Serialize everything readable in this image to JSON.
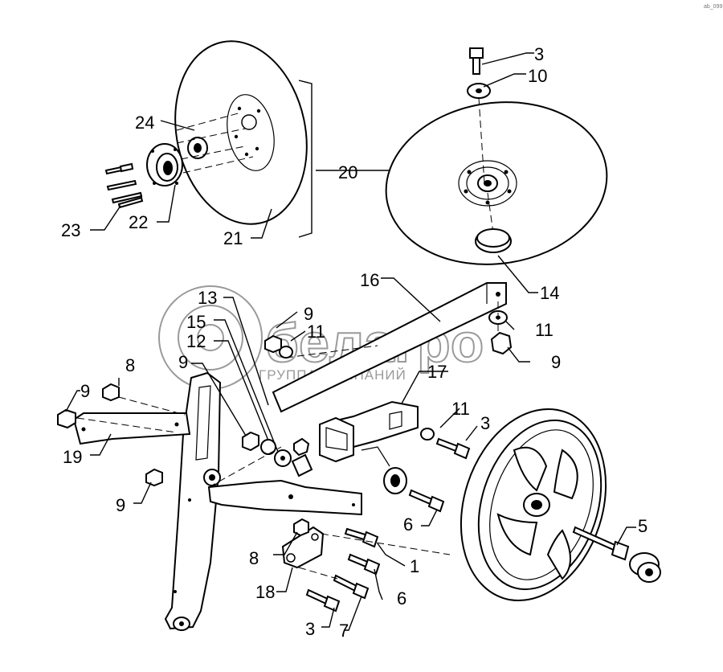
{
  "figure": {
    "corner_code": "ab_099",
    "watermark": {
      "brand": "белагро",
      "subtitle": "ГРУППА КОМПАНИЙ"
    },
    "callouts": [
      {
        "id": "c3a",
        "label": "3"
      },
      {
        "id": "c10",
        "label": "10"
      },
      {
        "id": "c24",
        "label": "24"
      },
      {
        "id": "c20",
        "label": "20"
      },
      {
        "id": "c23",
        "label": "23"
      },
      {
        "id": "c22",
        "label": "22"
      },
      {
        "id": "c21",
        "label": "21"
      },
      {
        "id": "c14",
        "label": "14"
      },
      {
        "id": "c16",
        "label": "16"
      },
      {
        "id": "c13",
        "label": "13"
      },
      {
        "id": "c9a",
        "label": "9"
      },
      {
        "id": "c11a",
        "label": "11"
      },
      {
        "id": "c15",
        "label": "15"
      },
      {
        "id": "c11b",
        "label": "11"
      },
      {
        "id": "c12",
        "label": "12"
      },
      {
        "id": "c9b",
        "label": "9"
      },
      {
        "id": "c9c",
        "label": "9"
      },
      {
        "id": "c8a",
        "label": "8"
      },
      {
        "id": "c17",
        "label": "17"
      },
      {
        "id": "c9d",
        "label": "9"
      },
      {
        "id": "c11c",
        "label": "11"
      },
      {
        "id": "c3b",
        "label": "3"
      },
      {
        "id": "c19",
        "label": "19"
      },
      {
        "id": "c9e",
        "label": "9"
      },
      {
        "id": "c6a",
        "label": "6"
      },
      {
        "id": "c5",
        "label": "5"
      },
      {
        "id": "c8b",
        "label": "8"
      },
      {
        "id": "c1",
        "label": "1"
      },
      {
        "id": "c18",
        "label": "18"
      },
      {
        "id": "c6b",
        "label": "6"
      },
      {
        "id": "c3c",
        "label": "3"
      },
      {
        "id": "c7",
        "label": "7"
      }
    ]
  }
}
